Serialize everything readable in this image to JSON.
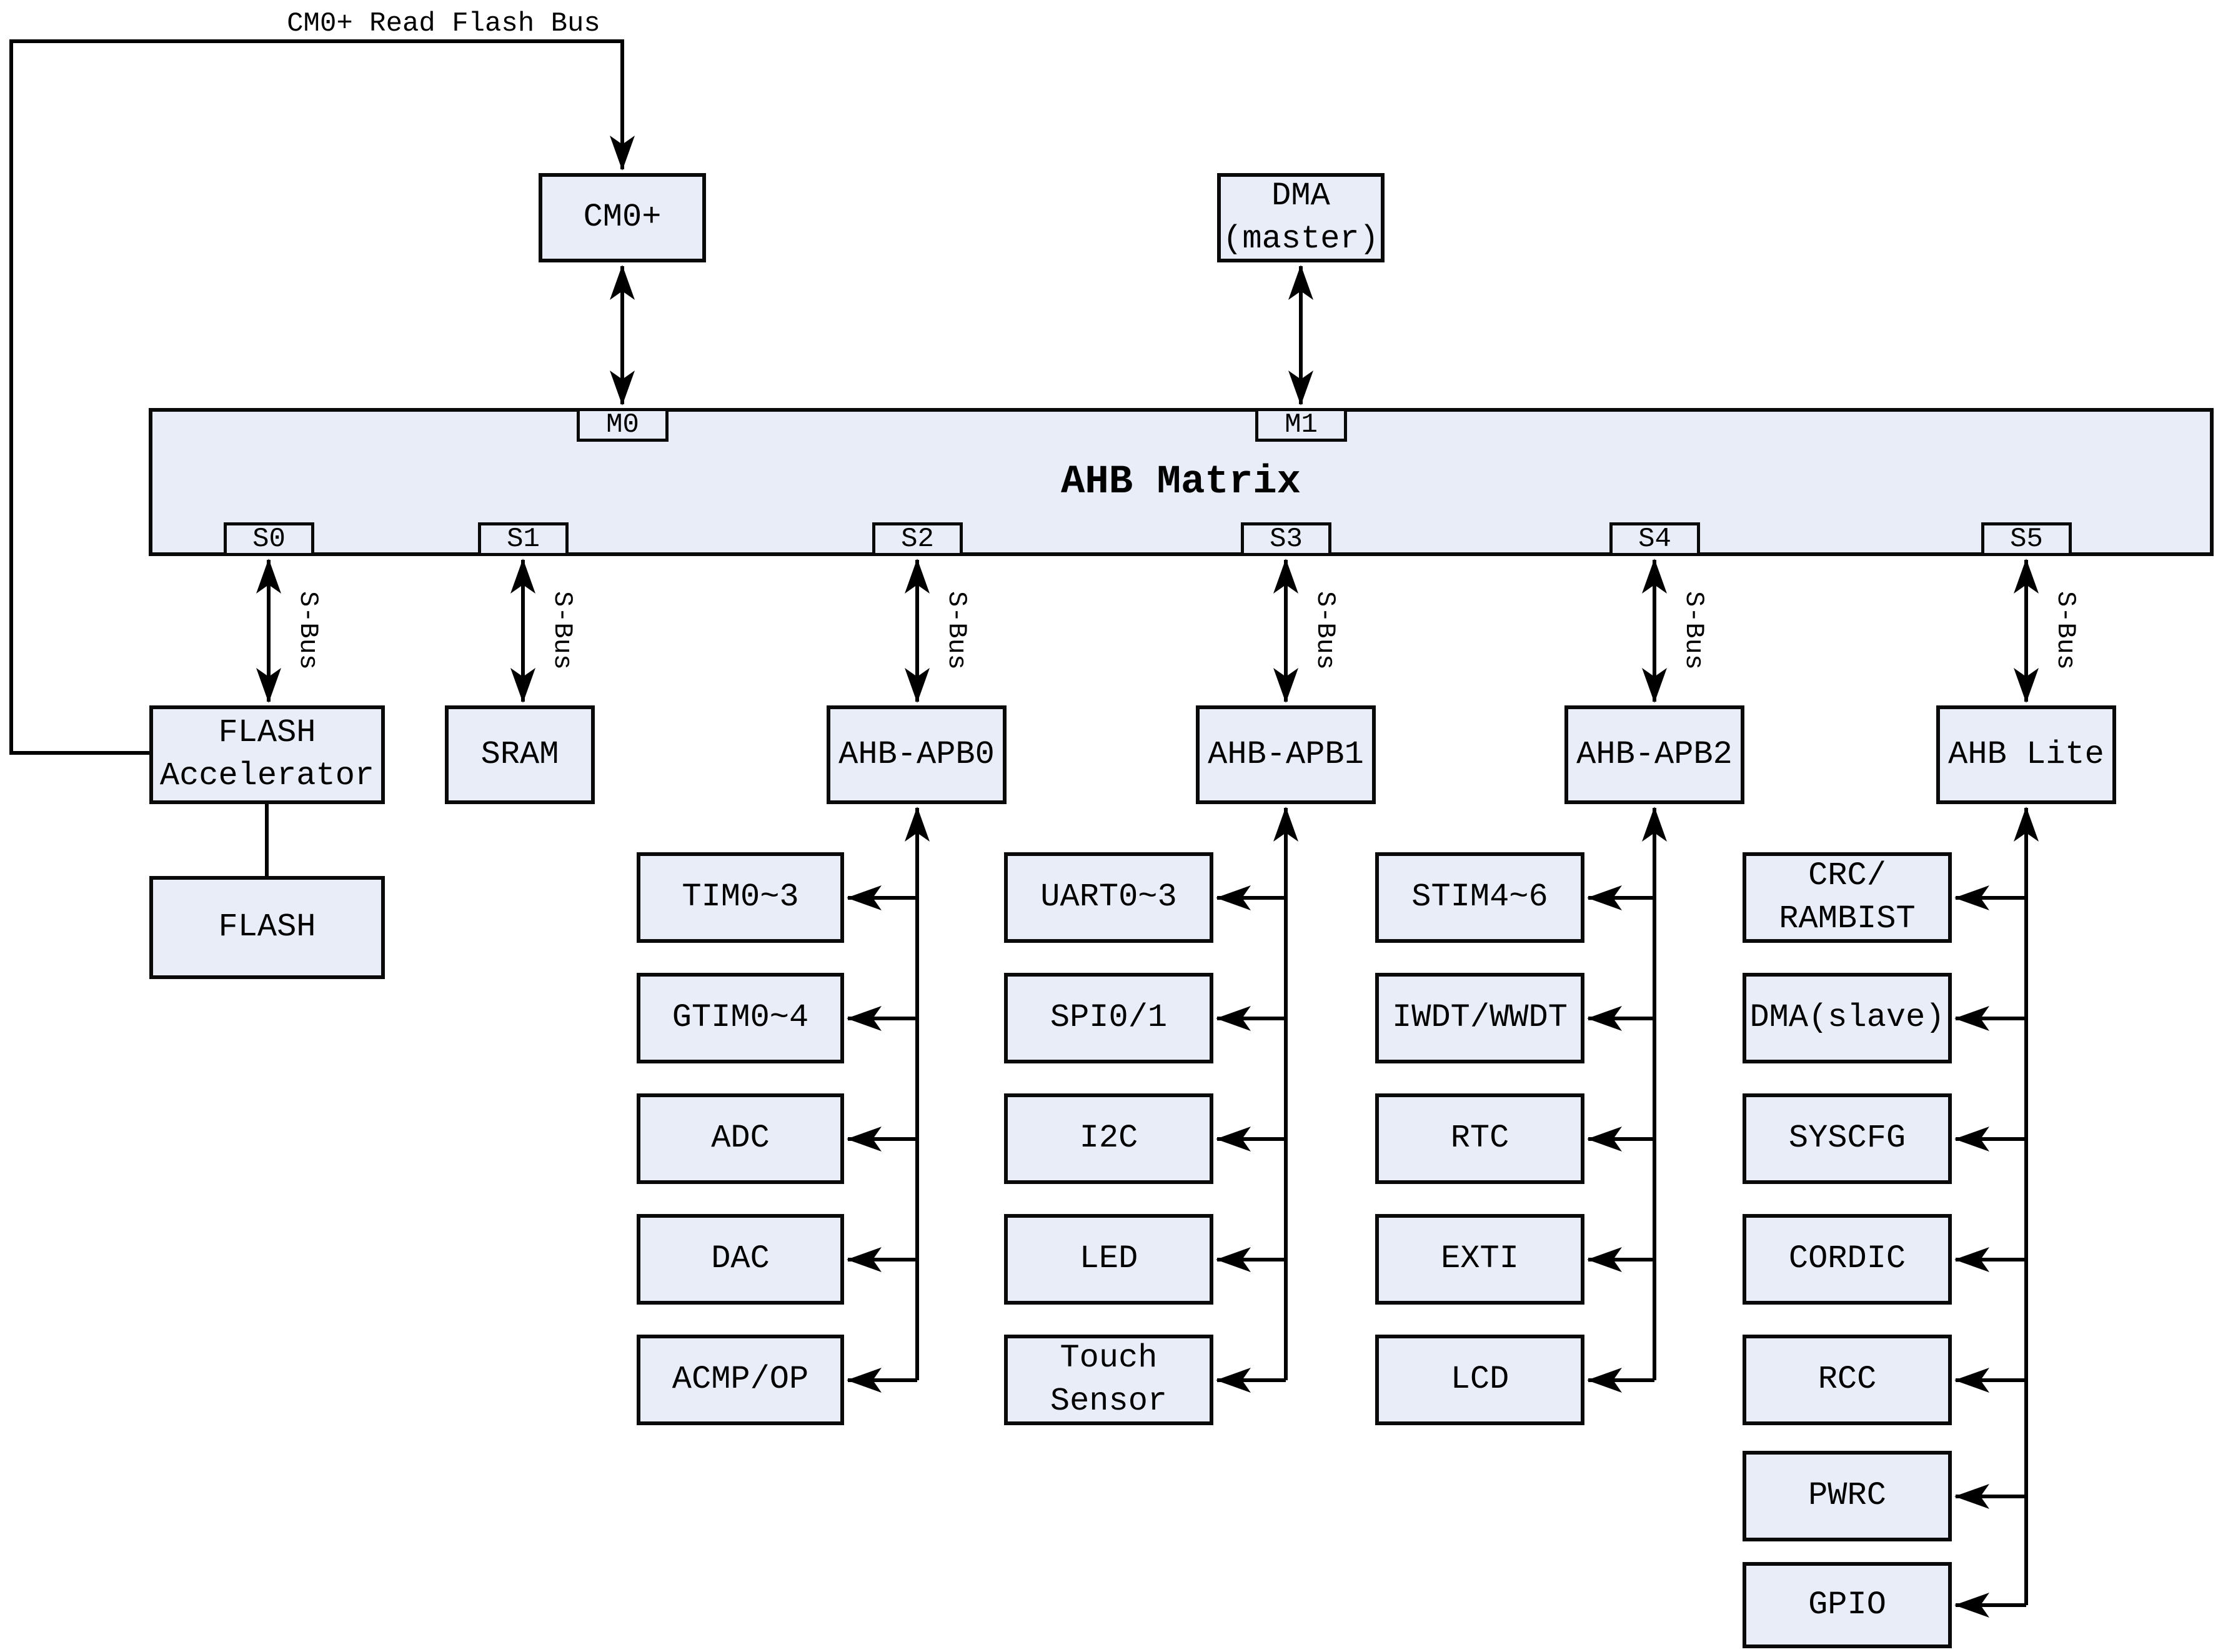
{
  "title": "AHB bus architecture diagram",
  "labels": {
    "top_bus": "CM0+ Read Flash Bus",
    "s_bus": "S-Bus"
  },
  "masters": [
    {
      "label": "CM0+"
    },
    {
      "label": "DMA\n(master)"
    }
  ],
  "matrix": {
    "title": "AHB Matrix",
    "master_ports": [
      "M0",
      "M1"
    ],
    "slave_ports": [
      "S0",
      "S1",
      "S2",
      "S3",
      "S4",
      "S5"
    ]
  },
  "memory": {
    "flash_accelerator": "FLASH\nAccelerator",
    "flash": "FLASH",
    "sram": "SRAM"
  },
  "bridges": [
    {
      "label": "AHB-APB0",
      "children": [
        "TIM0~3",
        "GTIM0~4",
        "ADC",
        "DAC",
        "ACMP/OP"
      ]
    },
    {
      "label": "AHB-APB1",
      "children": [
        "UART0~3",
        "SPI0/1",
        "I2C",
        "LED",
        "Touch\nSensor"
      ]
    },
    {
      "label": "AHB-APB2",
      "children": [
        "STIM4~6",
        "IWDT/WWDT",
        "RTC",
        "EXTI",
        "LCD"
      ]
    },
    {
      "label": "AHB Lite",
      "children": [
        "CRC/\nRAMBIST",
        "DMA(slave)",
        "SYSCFG",
        "CORDIC",
        "RCC",
        "PWRC",
        "GPIO"
      ]
    }
  ],
  "colors": {
    "box_fill": "#e8edf7",
    "line": "#000000",
    "background": "#ffffff"
  }
}
